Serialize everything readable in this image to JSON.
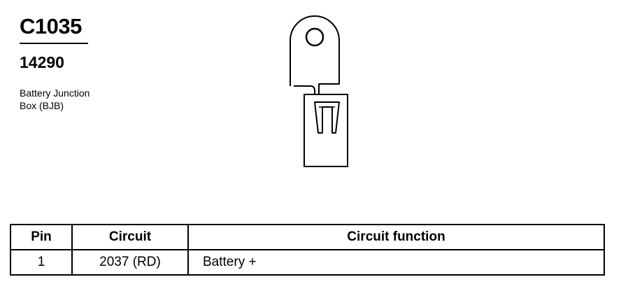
{
  "connector": {
    "id": "C1035",
    "part_number": "14290",
    "description_lines": [
      "Battery Junction",
      "Box (BJB)"
    ]
  },
  "table": {
    "headers": {
      "pin": "Pin",
      "circuit": "Circuit",
      "function": "Circuit function"
    },
    "rows": [
      {
        "pin": "1",
        "circuit": "2037 (RD)",
        "function": "Battery +"
      }
    ]
  },
  "drawing": {
    "icon": "ring-terminal-connector-icon"
  }
}
